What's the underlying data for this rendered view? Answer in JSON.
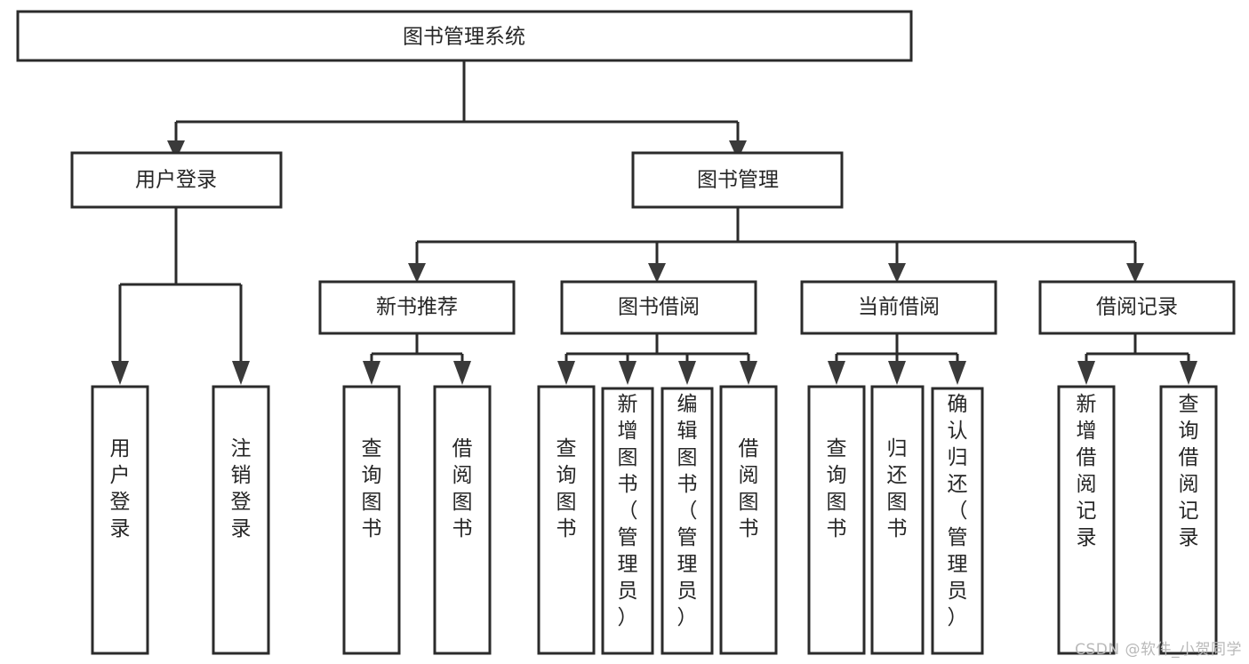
{
  "diagram": {
    "title": "图书管理系统",
    "type": "tree",
    "colors": {
      "box_stroke": "#2b2b2b",
      "box_fill": "#ffffff",
      "connector": "#2b2b2b",
      "text": "#262626",
      "watermark": "#b9b9b9",
      "background": "#ffffff"
    },
    "root": {
      "id": "root",
      "label": "图书管理系统",
      "orientation": "horizontal"
    },
    "level2": [
      {
        "id": "user-login",
        "label": "用户登录",
        "orientation": "horizontal"
      },
      {
        "id": "book-management",
        "label": "图书管理",
        "orientation": "horizontal"
      }
    ],
    "level3": [
      {
        "id": "new-book-recommend",
        "label": "新书推荐",
        "orientation": "horizontal",
        "parent": "book-management"
      },
      {
        "id": "book-borrow",
        "label": "图书借阅",
        "orientation": "horizontal",
        "parent": "book-management"
      },
      {
        "id": "current-borrow",
        "label": "当前借阅",
        "orientation": "horizontal",
        "parent": "book-management"
      },
      {
        "id": "borrow-record",
        "label": "借阅记录",
        "orientation": "horizontal",
        "parent": "book-management"
      }
    ],
    "leaves": {
      "user-login": [
        {
          "id": "leaf-user-login",
          "label": "用户登录",
          "orientation": "vertical"
        },
        {
          "id": "leaf-logout-login",
          "label": "注销登录",
          "orientation": "vertical"
        }
      ],
      "new-book-recommend": [
        {
          "id": "leaf-query-book-1",
          "label": "查询图书",
          "orientation": "vertical"
        },
        {
          "id": "leaf-borrow-book-1",
          "label": "借阅图书",
          "orientation": "vertical"
        }
      ],
      "book-borrow": [
        {
          "id": "leaf-query-book-2",
          "label": "查询图书",
          "orientation": "vertical"
        },
        {
          "id": "leaf-add-book-admin",
          "label": "新增图书（管理员）",
          "orientation": "vertical"
        },
        {
          "id": "leaf-edit-book-admin",
          "label": "编辑图书（管理员）",
          "orientation": "vertical"
        },
        {
          "id": "leaf-borrow-book-2",
          "label": "借阅图书",
          "orientation": "vertical"
        }
      ],
      "current-borrow": [
        {
          "id": "leaf-query-book-3",
          "label": "查询图书",
          "orientation": "vertical"
        },
        {
          "id": "leaf-return-book",
          "label": "归还图书",
          "orientation": "vertical"
        },
        {
          "id": "leaf-confirm-return-admin",
          "label": "确认归还（管理员）",
          "orientation": "vertical"
        }
      ],
      "borrow-record": [
        {
          "id": "leaf-add-borrow-record",
          "label": "新增借阅记录",
          "orientation": "vertical"
        },
        {
          "id": "leaf-query-borrow-record",
          "label": "查询借阅记录",
          "orientation": "vertical"
        }
      ]
    }
  },
  "watermark": {
    "text": "CSDN @软件_小贺同学"
  }
}
